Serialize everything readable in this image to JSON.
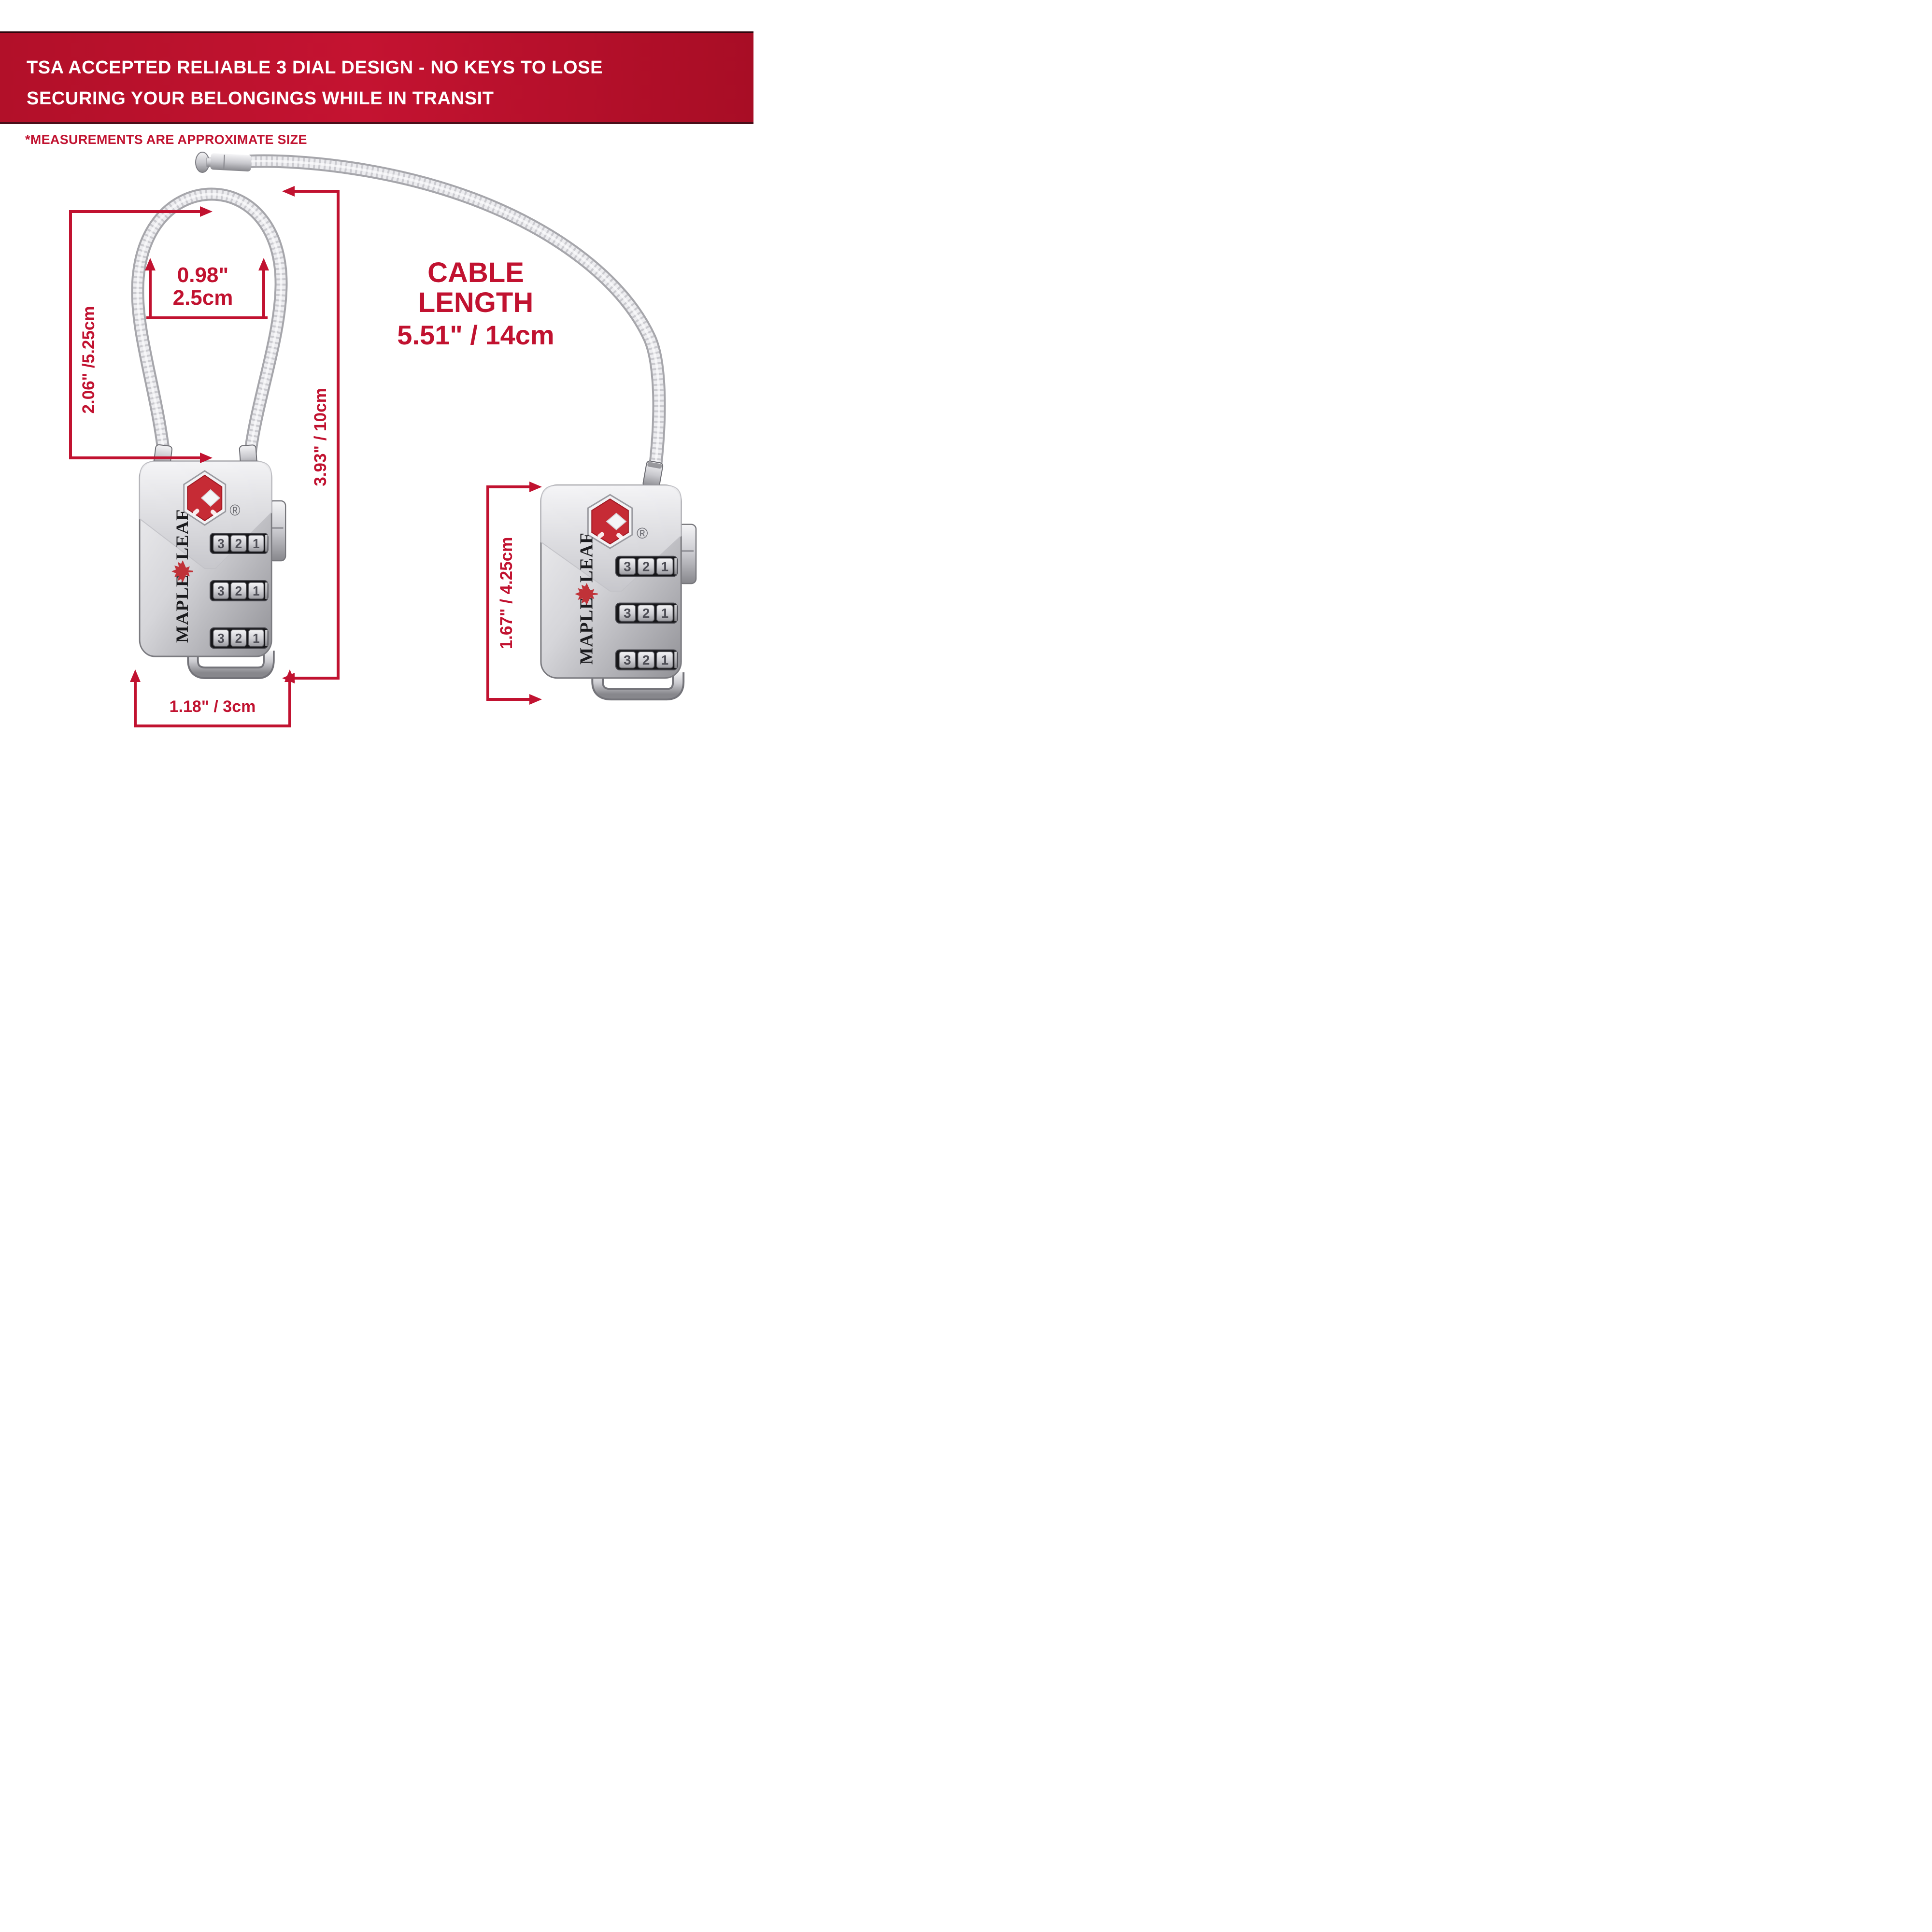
{
  "banner": {
    "line1": "TSA ACCEPTED RELIABLE 3 DIAL DESIGN - NO KEYS TO LOSE",
    "line2": "SECURING YOUR BELONGINGS WHILE IN TRANSIT"
  },
  "disclaimer": "*MEASUREMENTS ARE APPROXIMATE SIZE",
  "cable_length": {
    "title": "CABLE LENGTH",
    "value": "5.51\" / 14cm"
  },
  "measurements": {
    "loop_inner_width_inches": "0.98\"",
    "loop_inner_width_cm": "2.5cm",
    "loop_height": "2.06\" /5.25cm",
    "overall_height": "3.93\" / 10cm",
    "lock_width": "1.18\" / 3cm",
    "lock_body_height": "1.67\" / 4.25cm"
  },
  "lock": {
    "brand_word1": "MAPLE",
    "brand_word2": "LEAF",
    "registered_mark": "®",
    "dial_digits": [
      "3",
      "2",
      "1"
    ]
  },
  "icons": {
    "tsa_logo": "tsa-red-diamond-logo",
    "maple_leaf": "red-maple-leaf-icon",
    "cable_end": "cable-end-tip"
  },
  "colors": {
    "accent_red": "#C11230",
    "banner_red": "#C41331",
    "banner_red_dark": "#A80D25",
    "tsa_red": "#C62B35",
    "leaf_red": "#C03238",
    "silver_light": "#EDEDEF",
    "silver_dark": "#8E8E93"
  }
}
